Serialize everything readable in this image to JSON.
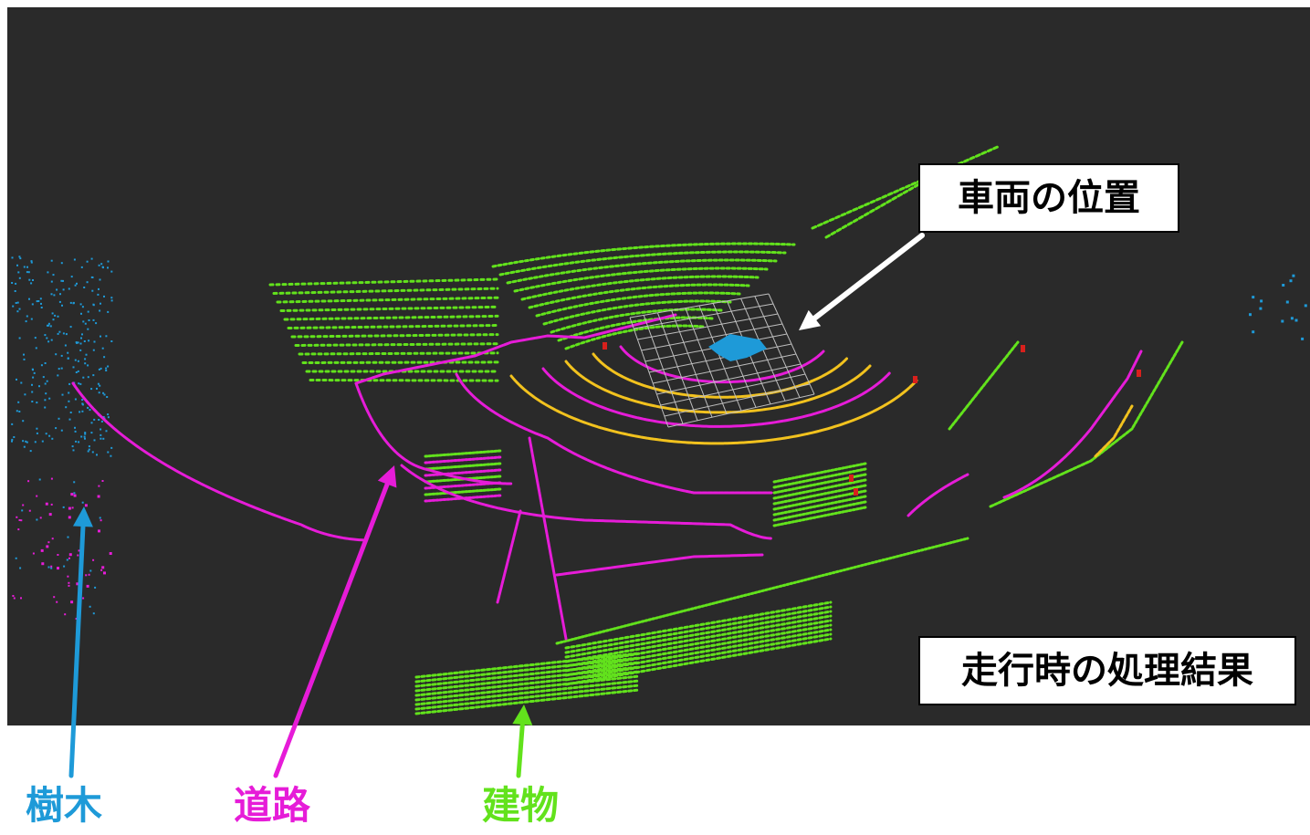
{
  "callouts": {
    "vehicle_position": "車両の位置",
    "result": "走行時の処理結果"
  },
  "legend": [
    {
      "label": "樹木",
      "color": "#1E9AD8"
    },
    {
      "label": "道路",
      "color": "#E61CD8"
    },
    {
      "label": "建物",
      "color": "#62E21C"
    }
  ],
  "colors": {
    "background": "#2A2A2A",
    "grid": "#BEBEBE",
    "vehicle": "#1E9AD8",
    "trees": "#1E9AD8",
    "road": "#E61CD8",
    "building": "#62E21C",
    "curb": "#F2C21E",
    "other": "#D8201C",
    "arrow_vehicle": "#FFFFFF"
  },
  "icons": [
    "vehicle-marker-icon"
  ]
}
